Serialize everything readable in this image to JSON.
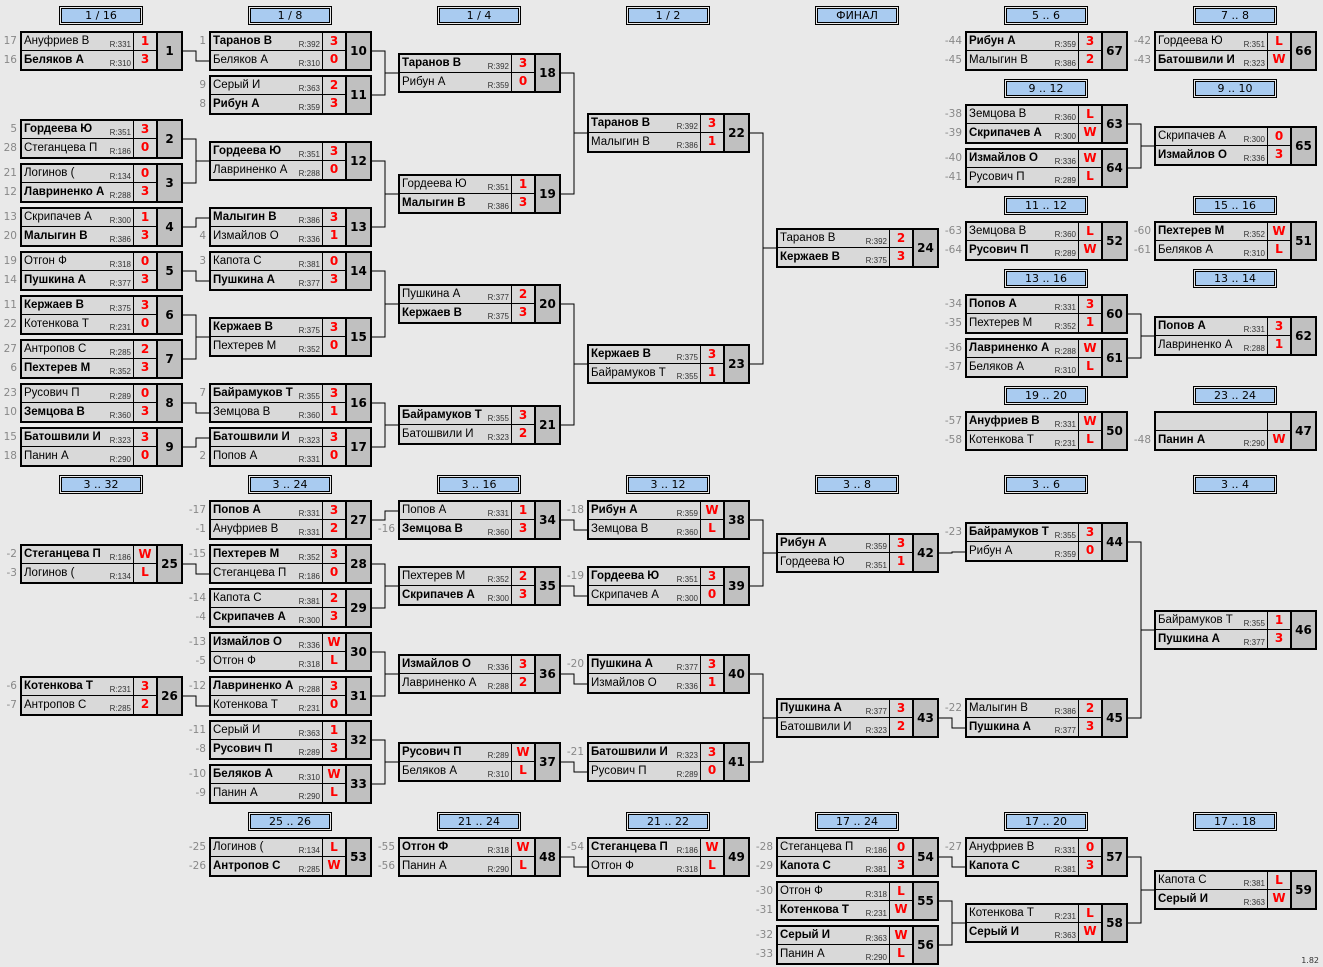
{
  "version": "1.82",
  "headers": [
    "1 / 16",
    "1 / 8",
    "1 / 4",
    "1 / 2",
    "ФИНАЛ",
    "5 .. 6",
    "7 .. 8",
    "9 .. 12",
    "9 .. 10",
    "11 .. 12",
    "15 .. 16",
    "13 .. 16",
    "13 .. 14",
    "19 .. 20",
    "23 .. 24",
    "3 .. 32",
    "3 .. 24",
    "3 .. 16",
    "3 .. 12",
    "3 .. 8",
    "3 .. 6",
    "3 .. 4",
    "25 .. 26",
    "21 .. 24",
    "21 .. 22",
    "17 .. 24",
    "17 .. 20",
    "17 .. 18"
  ],
  "matches": [
    {
      "id": "1",
      "p": [
        [
          "17",
          "Ануфриев В",
          "R:331",
          "1",
          0
        ],
        [
          "16",
          "Беляков А",
          "R:310",
          "3",
          1
        ]
      ]
    },
    {
      "id": "2",
      "p": [
        [
          "5",
          "Гордеева Ю",
          "R:351",
          "3",
          1
        ],
        [
          "28",
          "Стеганцева П",
          "R:186",
          "0",
          0
        ]
      ]
    },
    {
      "id": "3",
      "p": [
        [
          "21",
          "Логинов (",
          "R:134",
          "0",
          0
        ],
        [
          "12",
          "Лавриненко А",
          "R:288",
          "3",
          1
        ]
      ]
    },
    {
      "id": "4",
      "p": [
        [
          "13",
          "Скрипачев А",
          "R:300",
          "1",
          0
        ],
        [
          "20",
          "Малыгин В",
          "R:386",
          "3",
          1
        ]
      ]
    },
    {
      "id": "5",
      "p": [
        [
          "19",
          "Отгон Ф",
          "R:318",
          "0",
          0
        ],
        [
          "14",
          "Пушкина А",
          "R:377",
          "3",
          1
        ]
      ]
    },
    {
      "id": "6",
      "p": [
        [
          "11",
          "Кержаев В",
          "R:375",
          "3",
          1
        ],
        [
          "22",
          "Котенкова Т",
          "R:231",
          "0",
          0
        ]
      ]
    },
    {
      "id": "7",
      "p": [
        [
          "27",
          "Антропов С",
          "R:285",
          "2",
          0
        ],
        [
          "6",
          "Пехтерев М",
          "R:352",
          "3",
          1
        ]
      ]
    },
    {
      "id": "8",
      "p": [
        [
          "23",
          "Русович П",
          "R:289",
          "0",
          0
        ],
        [
          "10",
          "Земцова В",
          "R:360",
          "3",
          1
        ]
      ]
    },
    {
      "id": "9",
      "p": [
        [
          "15",
          "Батошвили И",
          "R:323",
          "3",
          1
        ],
        [
          "18",
          "Панин А",
          "R:290",
          "0",
          0
        ]
      ]
    },
    {
      "id": "10",
      "p": [
        [
          "1",
          "Таранов В",
          "R:392",
          "3",
          1
        ],
        [
          "",
          "Беляков А",
          "R:310",
          "0",
          0
        ]
      ]
    },
    {
      "id": "11",
      "p": [
        [
          "9",
          "Серый И",
          "R:363",
          "2",
          0
        ],
        [
          "8",
          "Рибун А",
          "R:359",
          "3",
          1
        ]
      ]
    },
    {
      "id": "12",
      "p": [
        [
          "",
          "Гордеева Ю",
          "R:351",
          "3",
          1
        ],
        [
          "",
          "Лавриненко А",
          "R:288",
          "0",
          0
        ]
      ]
    },
    {
      "id": "13",
      "p": [
        [
          "",
          "Малыгин В",
          "R:386",
          "3",
          1
        ],
        [
          "4",
          "Измайлов О",
          "R:336",
          "1",
          0
        ]
      ]
    },
    {
      "id": "14",
      "p": [
        [
          "3",
          "Капота С",
          "R:381",
          "0",
          0
        ],
        [
          "",
          "Пушкина А",
          "R:377",
          "3",
          1
        ]
      ]
    },
    {
      "id": "15",
      "p": [
        [
          "",
          "Кержаев В",
          "R:375",
          "3",
          1
        ],
        [
          "",
          "Пехтерев М",
          "R:352",
          "0",
          0
        ]
      ]
    },
    {
      "id": "16",
      "p": [
        [
          "7",
          "Байрамуков Т",
          "R:355",
          "3",
          1
        ],
        [
          "",
          "Земцова В",
          "R:360",
          "1",
          0
        ]
      ]
    },
    {
      "id": "17",
      "p": [
        [
          "",
          "Батошвили И",
          "R:323",
          "3",
          1
        ],
        [
          "2",
          "Попов А",
          "R:331",
          "0",
          0
        ]
      ]
    },
    {
      "id": "18",
      "p": [
        [
          "",
          "Таранов В",
          "R:392",
          "3",
          1
        ],
        [
          "",
          "Рибун А",
          "R:359",
          "0",
          0
        ]
      ]
    },
    {
      "id": "19",
      "p": [
        [
          "",
          "Гордеева Ю",
          "R:351",
          "1",
          0
        ],
        [
          "",
          "Малыгин В",
          "R:386",
          "3",
          1
        ]
      ]
    },
    {
      "id": "20",
      "p": [
        [
          "",
          "Пушкина А",
          "R:377",
          "2",
          0
        ],
        [
          "",
          "Кержаев В",
          "R:375",
          "3",
          1
        ]
      ]
    },
    {
      "id": "21",
      "p": [
        [
          "",
          "Байрамуков Т",
          "R:355",
          "3",
          1
        ],
        [
          "",
          "Батошвили И",
          "R:323",
          "2",
          0
        ]
      ]
    },
    {
      "id": "22",
      "p": [
        [
          "",
          "Таранов В",
          "R:392",
          "3",
          1
        ],
        [
          "",
          "Малыгин В",
          "R:386",
          "1",
          0
        ]
      ]
    },
    {
      "id": "23",
      "p": [
        [
          "",
          "Кержаев В",
          "R:375",
          "3",
          1
        ],
        [
          "",
          "Байрамуков Т",
          "R:355",
          "1",
          0
        ]
      ]
    },
    {
      "id": "24",
      "p": [
        [
          "",
          "Таранов В",
          "R:392",
          "2",
          0
        ],
        [
          "",
          "Кержаев В",
          "R:375",
          "3",
          1
        ]
      ]
    },
    {
      "id": "25",
      "p": [
        [
          "-2",
          "Стеганцева П",
          "R:186",
          "W",
          1
        ],
        [
          "-3",
          "Логинов (",
          "R:134",
          "L",
          0
        ]
      ]
    },
    {
      "id": "26",
      "p": [
        [
          "-6",
          "Котенкова Т",
          "R:231",
          "3",
          1
        ],
        [
          "-7",
          "Антропов С",
          "R:285",
          "2",
          0
        ]
      ]
    },
    {
      "id": "27",
      "p": [
        [
          "-17",
          "Попов А",
          "R:331",
          "3",
          1
        ],
        [
          "-1",
          "Ануфриев В",
          "R:331",
          "2",
          0
        ]
      ]
    },
    {
      "id": "28",
      "p": [
        [
          "-15",
          "Пехтерев М",
          "R:352",
          "3",
          1
        ],
        [
          "",
          "Стеганцева П",
          "R:186",
          "0",
          0
        ]
      ]
    },
    {
      "id": "29",
      "p": [
        [
          "-14",
          "Капота С",
          "R:381",
          "2",
          0
        ],
        [
          "-4",
          "Скрипачев А",
          "R:300",
          "3",
          1
        ]
      ]
    },
    {
      "id": "30",
      "p": [
        [
          "-13",
          "Измайлов О",
          "R:336",
          "W",
          1
        ],
        [
          "-5",
          "Отгон Ф",
          "R:318",
          "L",
          0
        ]
      ]
    },
    {
      "id": "31",
      "p": [
        [
          "-12",
          "Лавриненко А",
          "R:288",
          "3",
          1
        ],
        [
          "",
          "Котенкова Т",
          "R:231",
          "0",
          0
        ]
      ]
    },
    {
      "id": "32",
      "p": [
        [
          "-11",
          "Серый И",
          "R:363",
          "1",
          0
        ],
        [
          "-8",
          "Русович П",
          "R:289",
          "3",
          1
        ]
      ]
    },
    {
      "id": "33",
      "p": [
        [
          "-10",
          "Беляков А",
          "R:310",
          "W",
          1
        ],
        [
          "-9",
          "Панин А",
          "R:290",
          "L",
          0
        ]
      ]
    },
    {
      "id": "34",
      "p": [
        [
          "",
          "Попов А",
          "R:331",
          "1",
          0
        ],
        [
          "-16",
          "Земцова В",
          "R:360",
          "3",
          1
        ]
      ]
    },
    {
      "id": "35",
      "p": [
        [
          "",
          "Пехтерев М",
          "R:352",
          "2",
          0
        ],
        [
          "",
          "Скрипачев А",
          "R:300",
          "3",
          1
        ]
      ]
    },
    {
      "id": "36",
      "p": [
        [
          "",
          "Измайлов О",
          "R:336",
          "3",
          1
        ],
        [
          "",
          "Лавриненко А",
          "R:288",
          "2",
          0
        ]
      ]
    },
    {
      "id": "37",
      "p": [
        [
          "",
          "Русович П",
          "R:289",
          "W",
          1
        ],
        [
          "",
          "Беляков А",
          "R:310",
          "L",
          0
        ]
      ]
    },
    {
      "id": "38",
      "p": [
        [
          "-18",
          "Рибун А",
          "R:359",
          "W",
          1
        ],
        [
          "",
          "Земцова В",
          "R:360",
          "L",
          0
        ]
      ]
    },
    {
      "id": "39",
      "p": [
        [
          "-19",
          "Гордеева Ю",
          "R:351",
          "3",
          1
        ],
        [
          "",
          "Скрипачев А",
          "R:300",
          "0",
          0
        ]
      ]
    },
    {
      "id": "40",
      "p": [
        [
          "-20",
          "Пушкина А",
          "R:377",
          "3",
          1
        ],
        [
          "",
          "Измайлов О",
          "R:336",
          "1",
          0
        ]
      ]
    },
    {
      "id": "41",
      "p": [
        [
          "-21",
          "Батошвили И",
          "R:323",
          "3",
          1
        ],
        [
          "",
          "Русович П",
          "R:289",
          "0",
          0
        ]
      ]
    },
    {
      "id": "42",
      "p": [
        [
          "",
          "Рибун А",
          "R:359",
          "3",
          1
        ],
        [
          "",
          "Гордеева Ю",
          "R:351",
          "1",
          0
        ]
      ]
    },
    {
      "id": "43",
      "p": [
        [
          "",
          "Пушкина А",
          "R:377",
          "3",
          1
        ],
        [
          "",
          "Батошвили И",
          "R:323",
          "2",
          0
        ]
      ]
    },
    {
      "id": "44",
      "p": [
        [
          "-23",
          "Байрамуков Т",
          "R:355",
          "3",
          1
        ],
        [
          "",
          "Рибун А",
          "R:359",
          "0",
          0
        ]
      ]
    },
    {
      "id": "45",
      "p": [
        [
          "-22",
          "Малыгин В",
          "R:386",
          "2",
          0
        ],
        [
          "",
          "Пушкина А",
          "R:377",
          "3",
          1
        ]
      ]
    },
    {
      "id": "46",
      "p": [
        [
          "",
          "Байрамуков Т",
          "R:355",
          "1",
          0
        ],
        [
          "",
          "Пушкина А",
          "R:377",
          "3",
          1
        ]
      ]
    },
    {
      "id": "47",
      "p": [
        [
          "",
          "",
          "",
          "",
          0
        ],
        [
          "-48",
          "Панин А",
          "R:290",
          "W",
          1
        ]
      ]
    },
    {
      "id": "48",
      "p": [
        [
          "-55",
          "Отгон Ф",
          "R:318",
          "W",
          1
        ],
        [
          "-56",
          "Панин А",
          "R:290",
          "L",
          0
        ]
      ]
    },
    {
      "id": "49",
      "p": [
        [
          "-54",
          "Стеганцева П",
          "R:186",
          "W",
          1
        ],
        [
          "",
          "Отгон Ф",
          "R:318",
          "L",
          0
        ]
      ]
    },
    {
      "id": "50",
      "p": [
        [
          "-57",
          "Ануфриев В",
          "R:331",
          "W",
          1
        ],
        [
          "-58",
          "Котенкова Т",
          "R:231",
          "L",
          0
        ]
      ]
    },
    {
      "id": "51",
      "p": [
        [
          "-60",
          "Пехтерев М",
          "R:352",
          "W",
          1
        ],
        [
          "-61",
          "Беляков А",
          "R:310",
          "L",
          0
        ]
      ]
    },
    {
      "id": "52",
      "p": [
        [
          "-63",
          "Земцова В",
          "R:360",
          "L",
          0
        ],
        [
          "-64",
          "Русович П",
          "R:289",
          "W",
          1
        ]
      ]
    },
    {
      "id": "53",
      "p": [
        [
          "-25",
          "Логинов (",
          "R:134",
          "L",
          0
        ],
        [
          "-26",
          "Антропов С",
          "R:285",
          "W",
          1
        ]
      ]
    },
    {
      "id": "54",
      "p": [
        [
          "-28",
          "Стеганцева П",
          "R:186",
          "0",
          0
        ],
        [
          "-29",
          "Капота С",
          "R:381",
          "3",
          1
        ]
      ]
    },
    {
      "id": "55",
      "p": [
        [
          "-30",
          "Отгон Ф",
          "R:318",
          "L",
          0
        ],
        [
          "-31",
          "Котенкова Т",
          "R:231",
          "W",
          1
        ]
      ]
    },
    {
      "id": "56",
      "p": [
        [
          "-32",
          "Серый И",
          "R:363",
          "W",
          1
        ],
        [
          "-33",
          "Панин А",
          "R:290",
          "L",
          0
        ]
      ]
    },
    {
      "id": "57",
      "p": [
        [
          "-27",
          "Ануфриев В",
          "R:331",
          "0",
          0
        ],
        [
          "",
          "Капота С",
          "R:381",
          "3",
          1
        ]
      ]
    },
    {
      "id": "58",
      "p": [
        [
          "",
          "Котенкова Т",
          "R:231",
          "L",
          0
        ],
        [
          "",
          "Серый И",
          "R:363",
          "W",
          1
        ]
      ]
    },
    {
      "id": "59",
      "p": [
        [
          "",
          "Капота С",
          "R:381",
          "L",
          0
        ],
        [
          "",
          "Серый И",
          "R:363",
          "W",
          1
        ]
      ]
    },
    {
      "id": "60",
      "p": [
        [
          "-34",
          "Попов А",
          "R:331",
          "3",
          1
        ],
        [
          "-35",
          "Пехтерев М",
          "R:352",
          "1",
          0
        ]
      ]
    },
    {
      "id": "61",
      "p": [
        [
          "-36",
          "Лавриненко А",
          "R:288",
          "W",
          1
        ],
        [
          "-37",
          "Беляков А",
          "R:310",
          "L",
          0
        ]
      ]
    },
    {
      "id": "62",
      "p": [
        [
          "",
          "Попов А",
          "R:331",
          "3",
          1
        ],
        [
          "",
          "Лавриненко А",
          "R:288",
          "1",
          0
        ]
      ]
    },
    {
      "id": "63",
      "p": [
        [
          "-38",
          "Земцова В",
          "R:360",
          "L",
          0
        ],
        [
          "-39",
          "Скрипачев А",
          "R:300",
          "W",
          1
        ]
      ]
    },
    {
      "id": "64",
      "p": [
        [
          "-40",
          "Измайлов О",
          "R:336",
          "W",
          1
        ],
        [
          "-41",
          "Русович П",
          "R:289",
          "L",
          0
        ]
      ]
    },
    {
      "id": "65",
      "p": [
        [
          "",
          "Скрипачев А",
          "R:300",
          "0",
          0
        ],
        [
          "",
          "Измайлов О",
          "R:336",
          "3",
          1
        ]
      ]
    },
    {
      "id": "66",
      "p": [
        [
          "-42",
          "Гордеева Ю",
          "R:351",
          "L",
          0
        ],
        [
          "-43",
          "Батошвили И",
          "R:323",
          "W",
          1
        ]
      ]
    },
    {
      "id": "67",
      "p": [
        [
          "-44",
          "Рибун А",
          "R:359",
          "3",
          1
        ],
        [
          "-45",
          "Малыгин В",
          "R:386",
          "2",
          0
        ]
      ]
    }
  ]
}
